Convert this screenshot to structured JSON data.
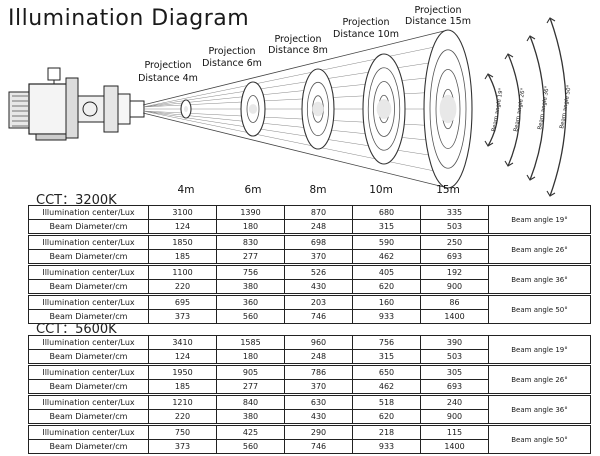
{
  "title": "Illumination Diagram",
  "projection": [
    {
      "label_top": "Projection",
      "label_bottom": "Distance  4m",
      "axis": "4m"
    },
    {
      "label_top": "Projection",
      "label_bottom": "Distance 6m",
      "axis": "6m"
    },
    {
      "label_top": "Projection",
      "label_bottom": "Distance 8m",
      "axis": "8m"
    },
    {
      "label_top": "Projection",
      "label_bottom": "Distance 10m",
      "axis": "10m"
    },
    {
      "label_top": "Projection",
      "label_bottom": "Distance 15m",
      "axis": "15m"
    }
  ],
  "beam_arcs": [
    "Beam angle 19°",
    "Beam angle 26°",
    "Beam angle 36°",
    "Beam angle 50°"
  ],
  "row_labels": {
    "illumination": "Illumination center/Lux",
    "diameter": "Beam Diameter/cm"
  },
  "tables": [
    {
      "cct": "CCT：3200K",
      "groups": [
        {
          "beam": "Beam angle 19°",
          "lux": [
            "3100",
            "1390",
            "870",
            "680",
            "335"
          ],
          "diameter": [
            "124",
            "180",
            "248",
            "315",
            "503"
          ]
        },
        {
          "beam": "Beam angle 26°",
          "lux": [
            "1850",
            "830",
            "698",
            "590",
            "250"
          ],
          "diameter": [
            "185",
            "277",
            "370",
            "462",
            "693"
          ]
        },
        {
          "beam": "Beam angle 36°",
          "lux": [
            "1100",
            "756",
            "526",
            "405",
            "192"
          ],
          "diameter": [
            "220",
            "380",
            "430",
            "620",
            "900"
          ]
        },
        {
          "beam": "Beam angle 50°",
          "lux": [
            "695",
            "360",
            "203",
            "160",
            "86"
          ],
          "diameter": [
            "373",
            "560",
            "746",
            "933",
            "1400"
          ]
        }
      ]
    },
    {
      "cct": "CCT：5600K",
      "groups": [
        {
          "beam": "Beam angle 19°",
          "lux": [
            "3410",
            "1585",
            "960",
            "756",
            "390"
          ],
          "diameter": [
            "124",
            "180",
            "248",
            "315",
            "503"
          ]
        },
        {
          "beam": "Beam angle 26°",
          "lux": [
            "1950",
            "905",
            "786",
            "650",
            "305"
          ],
          "diameter": [
            "185",
            "277",
            "370",
            "462",
            "693"
          ]
        },
        {
          "beam": "Beam angle 36°",
          "lux": [
            "1210",
            "840",
            "630",
            "518",
            "240"
          ],
          "diameter": [
            "220",
            "380",
            "430",
            "620",
            "900"
          ]
        },
        {
          "beam": "Beam angle 50°",
          "lux": [
            "750",
            "425",
            "290",
            "218",
            "115"
          ],
          "diameter": [
            "373",
            "560",
            "746",
            "933",
            "1400"
          ]
        }
      ]
    }
  ]
}
